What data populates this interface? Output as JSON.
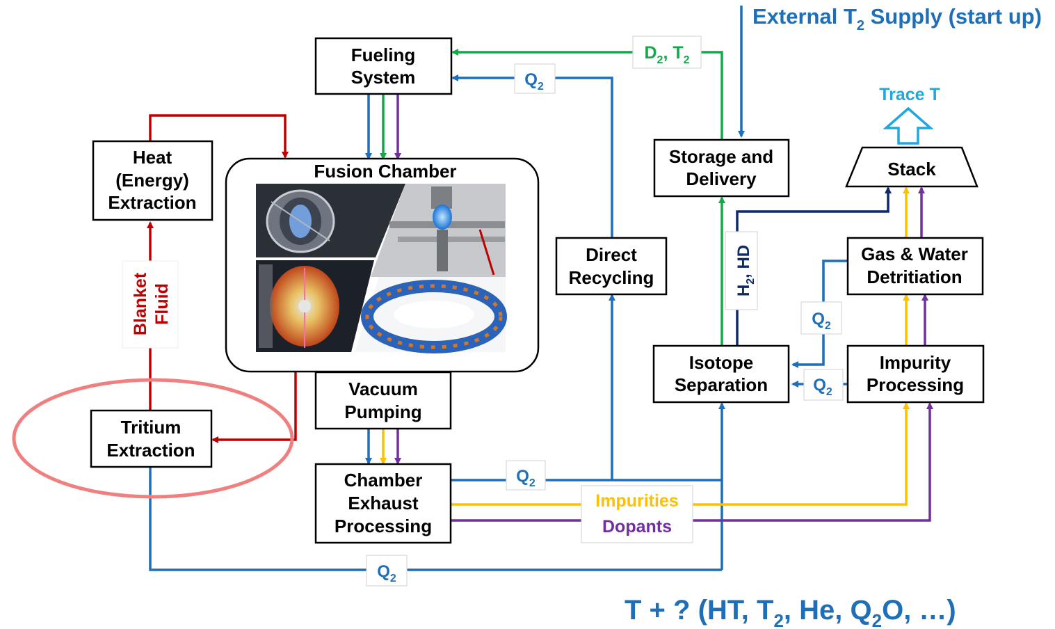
{
  "nodes": {
    "fueling": [
      "Fueling",
      "System"
    ],
    "heat": [
      "Heat",
      "(Energy)",
      "Extraction"
    ],
    "fusion_chamber": "Fusion Chamber",
    "storage": [
      "Storage and",
      "Delivery"
    ],
    "stack": "Stack",
    "direct_recycling": [
      "Direct",
      "Recycling"
    ],
    "gas_water": [
      "Gas & Water",
      "Detritiation"
    ],
    "tritium_extraction": [
      "Tritium",
      "Extraction"
    ],
    "vacuum": [
      "Vacuum",
      "Pumping"
    ],
    "isotope": [
      "Isotope",
      "Separation"
    ],
    "impurity": [
      "Impurity",
      "Processing"
    ],
    "chamber_exhaust": [
      "Chamber",
      "Exhaust",
      "Processing"
    ]
  },
  "labels": {
    "external_supply": {
      "pre": "External T",
      "sub": "2",
      "post": " Supply (start up)"
    },
    "trace_t": "Trace T",
    "d2t2": {
      "a": "D",
      "a_sub": "2",
      "mid": ", T",
      "b_sub": "2"
    },
    "q2": {
      "main": "Q",
      "sub": "2"
    },
    "h2hd": {
      "a": "H",
      "a_sub": "2",
      "rest": ", HD"
    },
    "blanket_fluid": [
      "Blanket",
      "Fluid"
    ],
    "impurities": "Impurities",
    "dopants": "Dopants",
    "bottom_note": {
      "p1": "T + ? (HT, T",
      "s1": "2",
      "p2": ", He, Q",
      "s2": "2",
      "p3": "O, …)"
    }
  },
  "colors": {
    "blue": "#1f6fb8",
    "green": "#14a84a",
    "purple": "#7030a0",
    "red": "#c00000",
    "yellow": "#ffc000",
    "navy": "#0d2a6b",
    "cyan": "#1fa7e0",
    "highlight": "#f08080"
  },
  "icons": [
    "tokamak-image",
    "laser-fusion-image",
    "spherical-tokamak-image",
    "stellarator-image",
    "exhaust-arrow-icon"
  ]
}
